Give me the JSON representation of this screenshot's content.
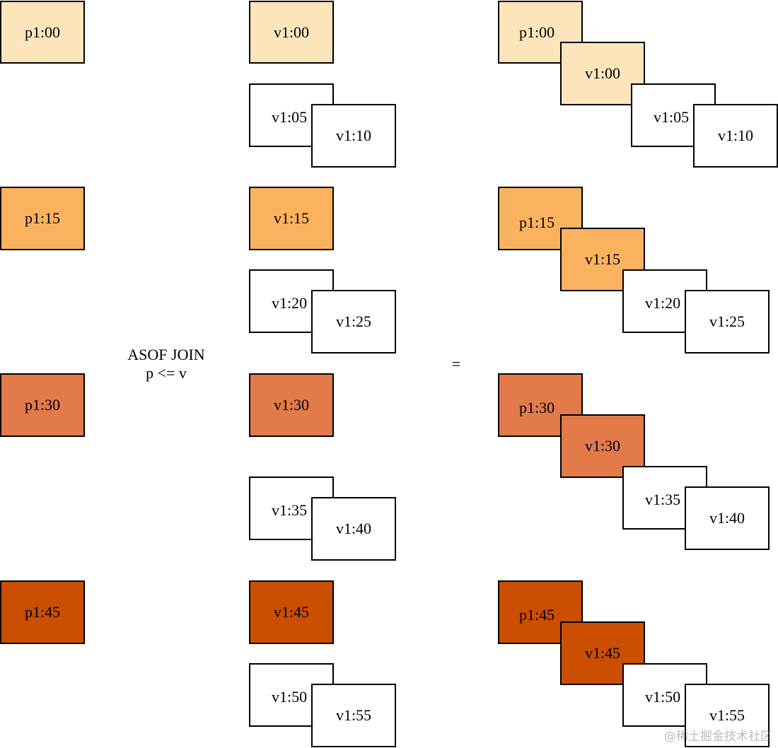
{
  "operator": {
    "line1": "ASOF JOIN",
    "line2": "p <= v",
    "equals": "="
  },
  "colors": {
    "c00": "#fde5bb",
    "c15": "#fbb25e",
    "c30": "#e27a4a",
    "c45": "#cc4e00",
    "plain": "#ffffff"
  },
  "left": [
    {
      "label": "p1:00"
    },
    {
      "label": "p1:15"
    },
    {
      "label": "p1:30"
    },
    {
      "label": "p1:45"
    }
  ],
  "middle": [
    {
      "main": "v1:00",
      "a": "v1:05",
      "b": "v1:10"
    },
    {
      "main": "v1:15",
      "a": "v1:20",
      "b": "v1:25"
    },
    {
      "main": "v1:30",
      "a": "v1:35",
      "b": "v1:40"
    },
    {
      "main": "v1:45",
      "a": "v1:50",
      "b": "v1:55"
    }
  ],
  "right": [
    {
      "p": "p1:00",
      "v": "v1:00",
      "a": "v1:05",
      "b": "v1:10"
    },
    {
      "p": "p1:15",
      "v": "v1:15",
      "a": "v1:20",
      "b": "v1:25"
    },
    {
      "p": "p1:30",
      "v": "v1:30",
      "a": "v1:35",
      "b": "v1:40"
    },
    {
      "p": "p1:45",
      "v": "v1:45",
      "a": "v1:50",
      "b": "v1:55"
    }
  ],
  "watermark": "@稀土掘金技术社区"
}
